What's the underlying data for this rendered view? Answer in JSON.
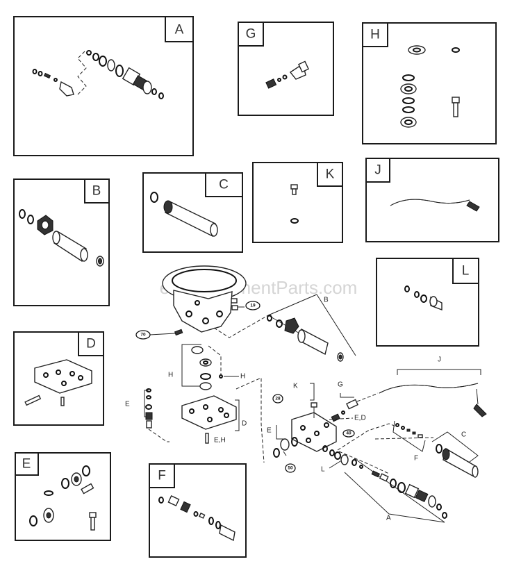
{
  "watermark": "eReplacementParts.com",
  "kits": [
    {
      "id": "A",
      "label": "A"
    },
    {
      "id": "B",
      "label": "B"
    },
    {
      "id": "C",
      "label": "C"
    },
    {
      "id": "D",
      "label": "D"
    },
    {
      "id": "E",
      "label": "E"
    },
    {
      "id": "F",
      "label": "F"
    },
    {
      "id": "G",
      "label": "G"
    },
    {
      "id": "H",
      "label": "H"
    },
    {
      "id": "J",
      "label": "J"
    },
    {
      "id": "K",
      "label": "K"
    },
    {
      "id": "L",
      "label": "L"
    }
  ],
  "callouts": {
    "b": "B",
    "h1": "H",
    "h2": "H",
    "e1": "E",
    "d": "D",
    "eh": "E,H",
    "k": "K",
    "g": "G",
    "ed": "E,D",
    "j": "J",
    "c": "C",
    "f": "F",
    "e2": "E",
    "l": "L",
    "a": "A"
  },
  "part_numbers": {
    "p19": "19",
    "p70": "70",
    "p28": "28",
    "p40": "40",
    "p50": "50"
  }
}
